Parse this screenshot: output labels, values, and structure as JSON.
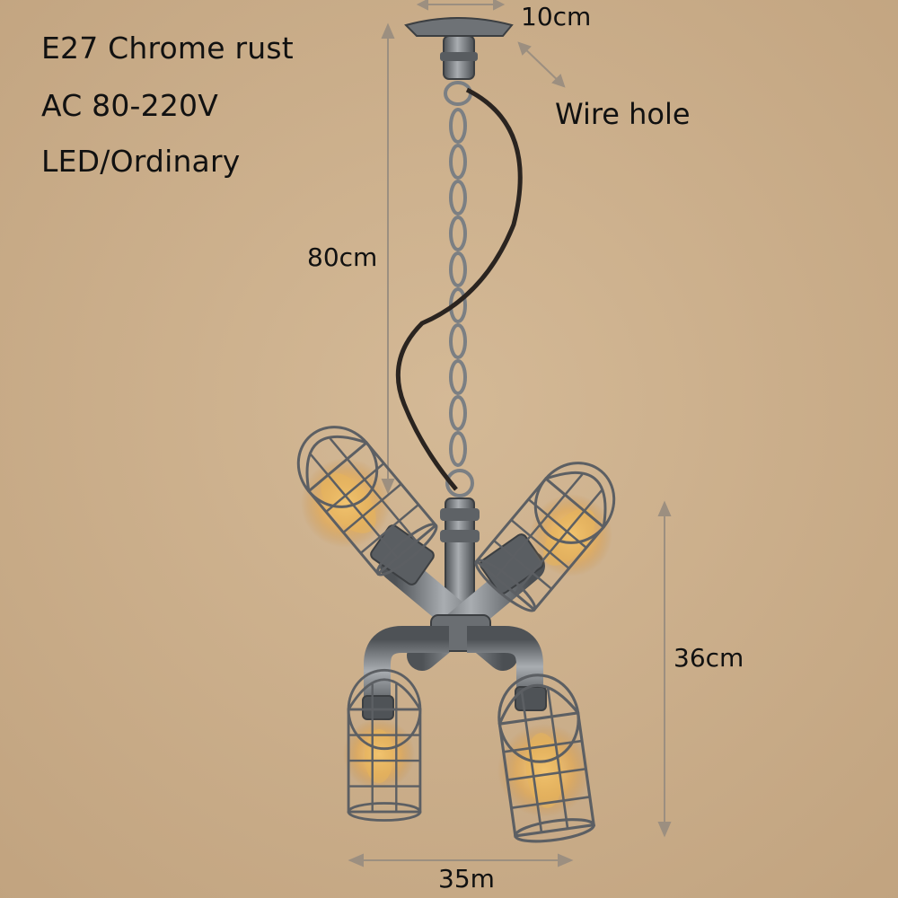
{
  "specs": {
    "line1": "E27 Chrome rust",
    "line2": "AC 80-220V",
    "line3": "LED/Ordinary"
  },
  "dimensions": {
    "top": "10cm",
    "wire_hole": "Wire hole",
    "drop": "80cm",
    "height": "36cm",
    "width": "35m"
  },
  "colors": {
    "background": "#c9ae8c",
    "metal": "#6f7275",
    "cable": "#2a2420",
    "dimension_line": "#9c8f80",
    "bulb": "#e8b45a"
  }
}
